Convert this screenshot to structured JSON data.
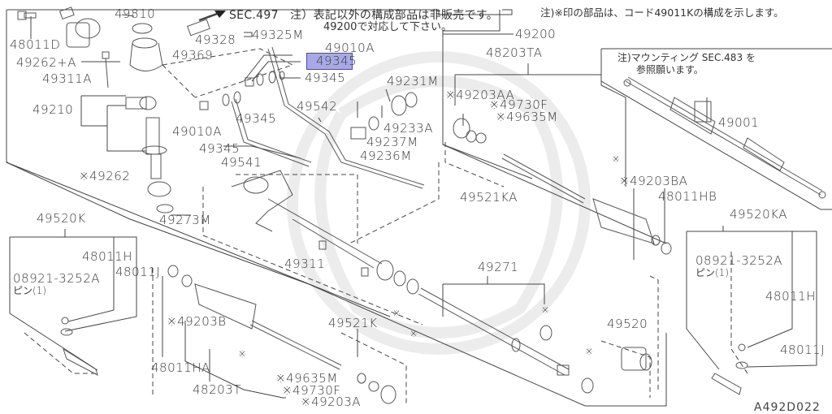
{
  "diagram": {
    "id_code": "A492D022",
    "highlight_color": "#7070d8",
    "highlighted_part": "49345",
    "notes": {
      "top_center_line1": "SEC.497　注）表記以外の構成部品は非販売です。",
      "top_center_line2": "49200で対応して下さい。",
      "top_right": "注)※印の部品は、コード49011Kの構成を示します。",
      "mounting_line1": "注)マウンティング SEC.483 を",
      "mounting_line2": "参照願います。"
    },
    "labels": {
      "p49810": "49810",
      "p48011D": "48011D",
      "p49262A": "49262+A",
      "p49311A": "49311A",
      "p49328": "49328",
      "p49325M": "49325M",
      "p49369": "49369",
      "p49010A_top": "49010A",
      "p49345_hl": "49345",
      "p49345_b": "49345",
      "p49210": "49210",
      "p49010A_mid": "49010A",
      "p49345_c": "49345",
      "p49345_d": "49345",
      "p49542": "49542",
      "p49541": "49541",
      "p49231M": "49231M",
      "p49233A": "49233A",
      "p49237M": "49237M",
      "p49236M": "49236M",
      "p49262": "※49262",
      "p49273M": "49273M",
      "p49311": "49311",
      "p49200": "49200",
      "p48203TA": "48203TA",
      "p49203AA": "※49203AA",
      "p49730F_top": "※49730F",
      "p49635M_top": "※49635M",
      "p49521KA": "49521KA",
      "p49203BA": "※49203BA",
      "p48011HB": "48011HB",
      "p49001": "49001",
      "p49520KA": "49520KA",
      "p08921_right": "08921-3252A",
      "pin_right": "ピン(1)",
      "p48011H_right": "48011H",
      "p48011J_right": "48011J",
      "p49520K": "49520K",
      "p48011H_left": "48011H",
      "p08921_left": "08921-3252A",
      "pin_left": "ピン(1)",
      "p48011J_left": "48011J",
      "p49203B": "※49203B",
      "p48011HA": "48011HA",
      "p48203T": "48203T",
      "p49521K": "49521K",
      "p49635M_bot": "※49635M",
      "p49730F_bot": "※49730F",
      "p49203A": "※49203A",
      "p49271": "49271",
      "p49520": "49520",
      "mark1": "※",
      "mark2": "※",
      "mark3": "※",
      "mark4": "※",
      "mark5": "※",
      "mark6": "※",
      "mark7": "※"
    }
  }
}
